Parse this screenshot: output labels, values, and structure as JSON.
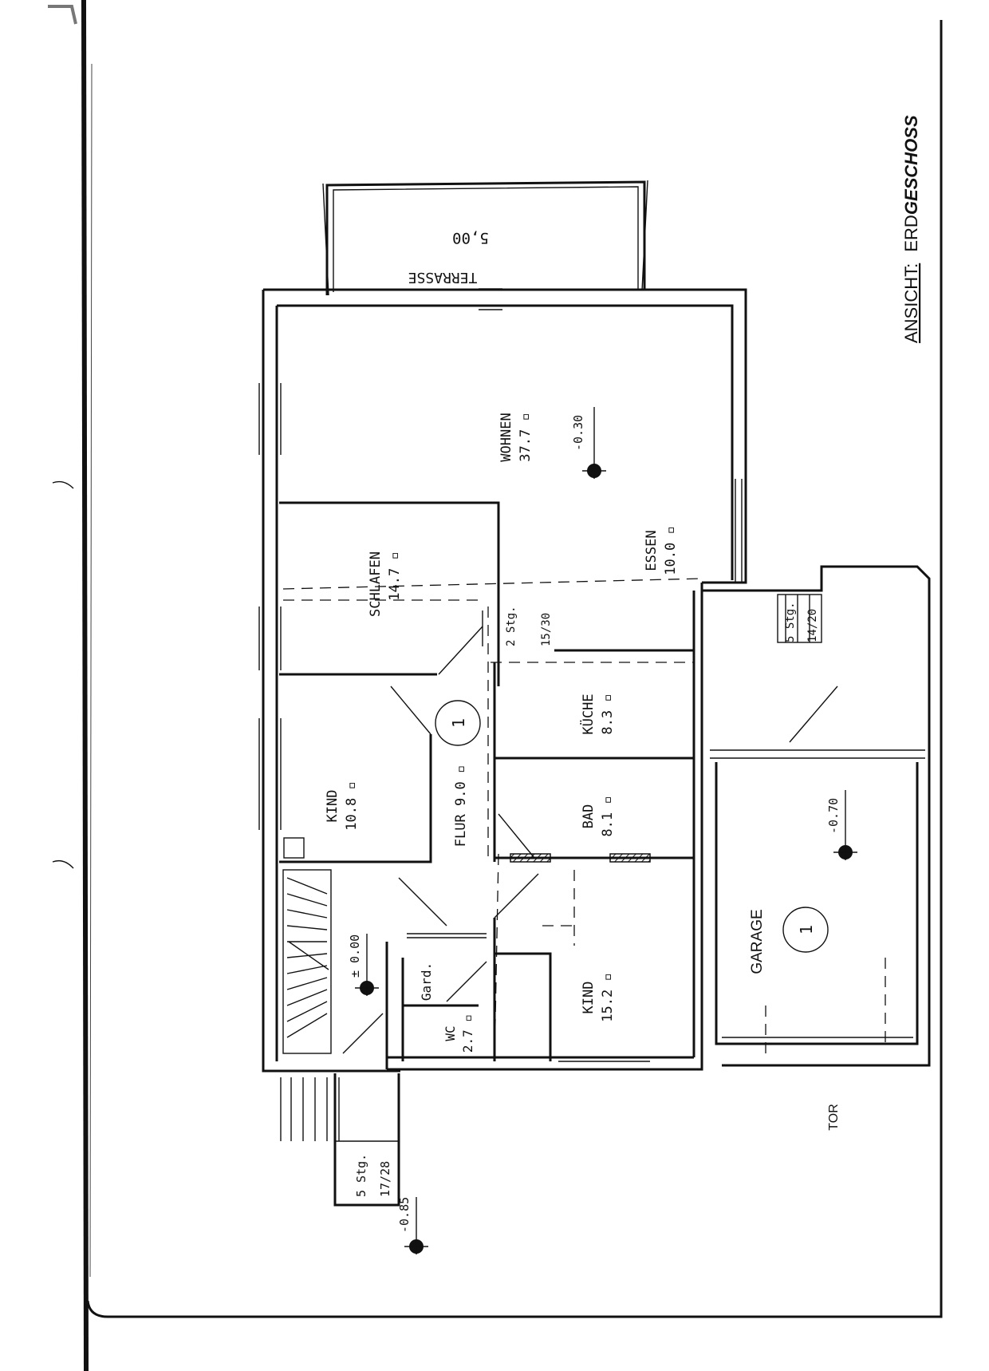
{
  "sheet": {
    "title_prefix": "ANSICHT:",
    "title_floor_regular": "ERD",
    "title_floor_bold": "GESCHOSS"
  },
  "rooms": {
    "wohnen": {
      "name": "WOHNEN",
      "area": "37.7"
    },
    "essen": {
      "name": "ESSEN",
      "area": "10.0"
    },
    "schlafen": {
      "name": "SCHLAFEN",
      "area": "14.7"
    },
    "kueche": {
      "name": "KÜCHE",
      "area": "8.3"
    },
    "kind1": {
      "name": "KIND",
      "area": "10.8"
    },
    "flur": {
      "name": "FLUR",
      "area": "9.0"
    },
    "bad": {
      "name": "BAD",
      "area": "8.1"
    },
    "kind2": {
      "name": "KIND",
      "area": "15.2"
    },
    "wc": {
      "name": "WC",
      "area": "2.7"
    },
    "gard": {
      "name": "Gard."
    },
    "garage": {
      "name": "GARAGE"
    },
    "terrasse": {
      "name": "TERRASSE",
      "dimension": "5,00"
    }
  },
  "levels": {
    "wohnen": "-0.30",
    "entrance": "± 0.00",
    "garage": "-0.70",
    "outside": "-0.85"
  },
  "stairs": {
    "flur_steps": "2 Stg.",
    "flur_rise": "15/30",
    "garden_steps": "5 Stg.",
    "garden_rise": "14/20",
    "entry_steps": "5 Stg.",
    "entry_rise": "17/28"
  },
  "markers": {
    "flur_circle": "1",
    "garage_circle": "1"
  },
  "labels": {
    "tor": "TOR"
  }
}
